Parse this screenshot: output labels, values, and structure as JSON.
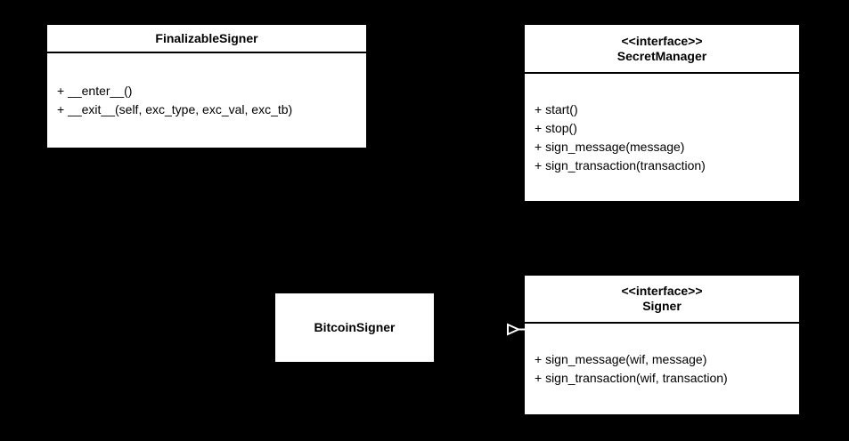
{
  "diagram": {
    "type": "uml-class-diagram",
    "background_color": "#000000",
    "box_fill_color": "#ffffff",
    "text_color": "#000000",
    "line_color": "#ffffff",
    "classes": [
      {
        "id": "finalizable-signer",
        "name": "FinalizableSigner",
        "stereotype": "",
        "members": [
          "+ __enter__()",
          "+ __exit__(self, exc_type, exc_val, exc_tb)"
        ]
      },
      {
        "id": "secret-manager",
        "name": "SecretManager",
        "stereotype": "<<interface>>",
        "members": [
          "+ start()",
          "+ stop()",
          "+ sign_message(message)",
          "+ sign_transaction(transaction)"
        ]
      },
      {
        "id": "bitcoin-signer",
        "name": "BitcoinSigner",
        "stereotype": "",
        "members": []
      },
      {
        "id": "signer",
        "name": "Signer",
        "stereotype": "<<interface>>",
        "members": [
          "+ sign_message(wif, message)",
          "+ sign_transaction(wif, transaction)"
        ]
      }
    ],
    "connectors": [
      {
        "id": "bitcoinsigner-signer",
        "from": "BitcoinSigner",
        "to": "Signer",
        "relation": "realization",
        "arrowhead": "hollow-triangle",
        "direction": "right"
      }
    ]
  }
}
